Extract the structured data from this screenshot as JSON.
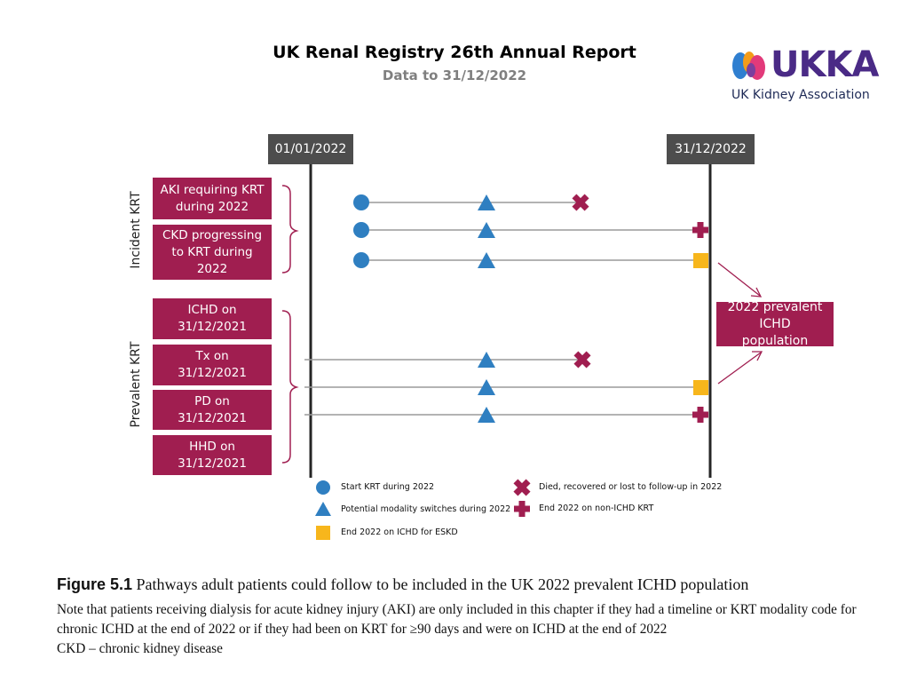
{
  "header": {
    "title": "UK Renal Registry 26th Annual Report",
    "subtitle": "Data to 31/12/2022"
  },
  "logo": {
    "wordmark": "UKKA",
    "name": "UK Kidney Association",
    "colors": {
      "purple": "#4a2a86",
      "blue": "#2f7fd0",
      "orange": "#f39c1a",
      "pink": "#e23a7a"
    }
  },
  "diagram": {
    "start_date": "01/01/2022",
    "end_date": "31/12/2022",
    "groups": [
      {
        "label": "Incident KRT",
        "boxes": [
          "AKI requiring KRT during 2022",
          "CKD progressing to KRT during 2022"
        ]
      },
      {
        "label": "Prevalent KRT",
        "boxes": [
          "ICHD on 31/12/2021",
          "Tx on 31/12/2021",
          "PD on 31/12/2021",
          "HHD on 31/12/2021"
        ]
      }
    ],
    "result_box": "2022 prevalent ICHD population",
    "pathways": [
      {
        "starts_in_2022": true,
        "modality_switch": true,
        "end": "died"
      },
      {
        "starts_in_2022": true,
        "modality_switch": true,
        "end": "non-ICHD KRT"
      },
      {
        "starts_in_2022": true,
        "modality_switch": true,
        "end": "ICHD"
      },
      {
        "starts_in_2022": false,
        "modality_switch": true,
        "end": "died"
      },
      {
        "starts_in_2022": false,
        "modality_switch": true,
        "end": "ICHD"
      },
      {
        "starts_in_2022": false,
        "modality_switch": true,
        "end": "non-ICHD KRT"
      }
    ],
    "colors": {
      "box": "#a01e50",
      "circle": "#2f7fc1",
      "triangle": "#2f7fc1",
      "cross": "#a01e50",
      "square": "#f7b61c",
      "date_box": "#4d4d4d"
    }
  },
  "legend": {
    "start": "Start KRT during 2022",
    "switch": "Potential modality switches during 2022",
    "ichd": "End 2022 on ICHD for ESKD",
    "died": "Died, recovered or lost to follow-up in 2022",
    "non_ichd": "End 2022 on non-ICHD KRT"
  },
  "caption": {
    "label": "Figure 5.1",
    "title": "Pathways adult patients could follow to be included in the UK 2022 prevalent ICHD population",
    "note": "Note that patients receiving dialysis for acute kidney injury (AKI) are only included in this chapter if they had a timeline or KRT modality code for chronic ICHD at the end of 2022 or if they had been on KRT for ≥90 days and were on ICHD at the end of 2022",
    "abbreviation": "CKD – chronic kidney disease"
  }
}
